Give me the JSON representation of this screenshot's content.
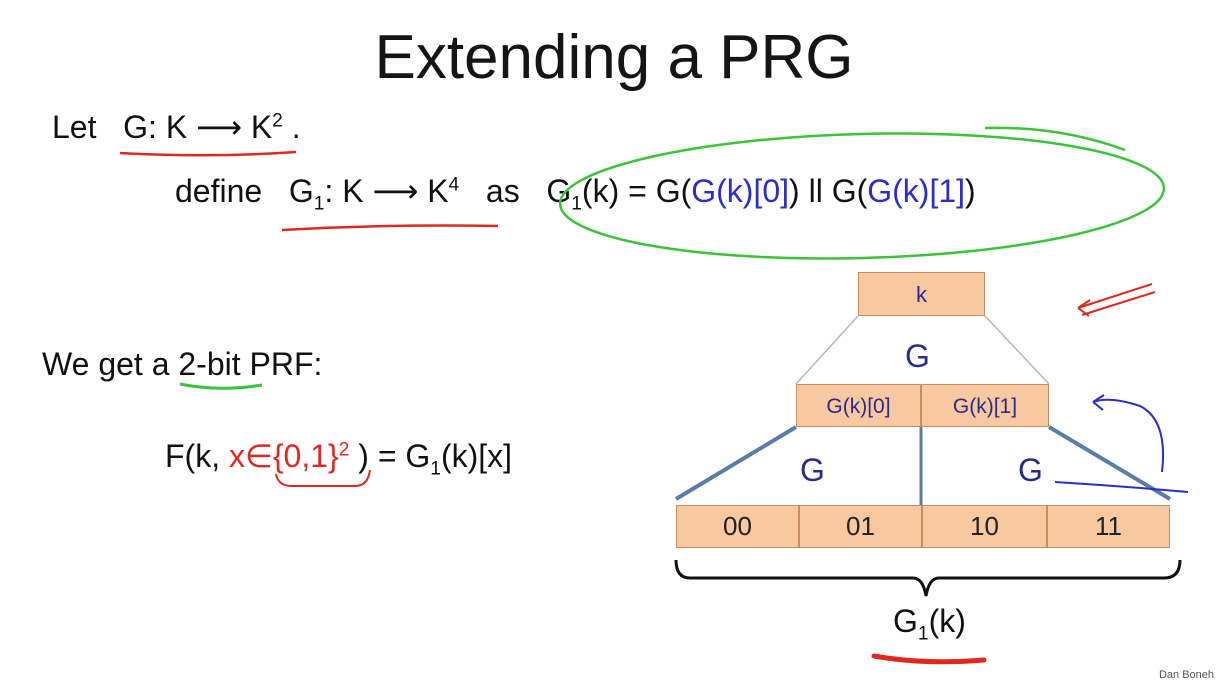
{
  "slide": {
    "title": "Extending a PRG",
    "line1": {
      "prefix": "Let",
      "expr": "G: K ⟶ K",
      "exp": "2",
      "suffix": "."
    },
    "line2": {
      "lead": "define",
      "g1_name": "G",
      "g1_sub": "1",
      "g1_sig": ": K ⟶ K",
      "g1_exp": "4",
      "as": "as",
      "def_g1": "G",
      "def_sub": "1",
      "def_k": "(k) = G(",
      "def_blue1": "G(k)[0]",
      "def_mid": ") ll  G(",
      "def_blue2": "G(k)[1]",
      "def_end": ")"
    },
    "line3": {
      "text": "We get a ",
      "underlined": "2-bit",
      "rest": " PRF:"
    },
    "line4": {
      "pre": "F(k, ",
      "red": "x∈{0,1}",
      "red_exp": "2",
      "post_a": " ) = G",
      "post_sub": "1",
      "post_b": "(k)[x]"
    },
    "diagram": {
      "root": "k",
      "g_top": "G",
      "mid_left": "G(k)[0]",
      "mid_right": "G(k)[1]",
      "g_left": "G",
      "g_right": "G",
      "leaves": [
        "00",
        "01",
        "10",
        "11"
      ],
      "bottom_label": "G",
      "bottom_sub": "1",
      "bottom_rest": "(k)"
    },
    "credit": "Dan Boneh"
  },
  "colors": {
    "box_fill": "#f8c8a0",
    "accent_blue": "#2b2bd0",
    "ink_red": "#e0281e",
    "ink_green": "#3ac43a"
  }
}
